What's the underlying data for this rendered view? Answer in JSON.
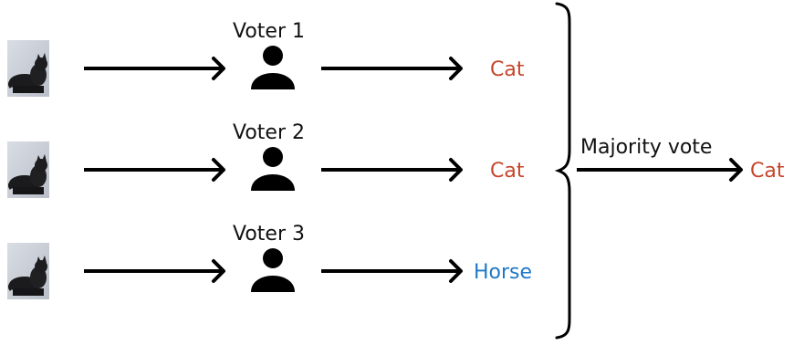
{
  "colors": {
    "cat": "#c4462a",
    "horse": "#1f78c8",
    "ink": "#000000"
  },
  "voters": [
    {
      "label": "Voter 1",
      "prediction": "Cat",
      "prediction_color": "#c4462a",
      "input_image": "black-cat-photo"
    },
    {
      "label": "Voter 2",
      "prediction": "Cat",
      "prediction_color": "#c4462a",
      "input_image": "black-cat-photo"
    },
    {
      "label": "Voter 3",
      "prediction": "Horse",
      "prediction_color": "#1f78c8",
      "input_image": "black-cat-photo"
    }
  ],
  "aggregation": {
    "label": "Majority vote",
    "result": "Cat",
    "result_color": "#c4462a"
  }
}
